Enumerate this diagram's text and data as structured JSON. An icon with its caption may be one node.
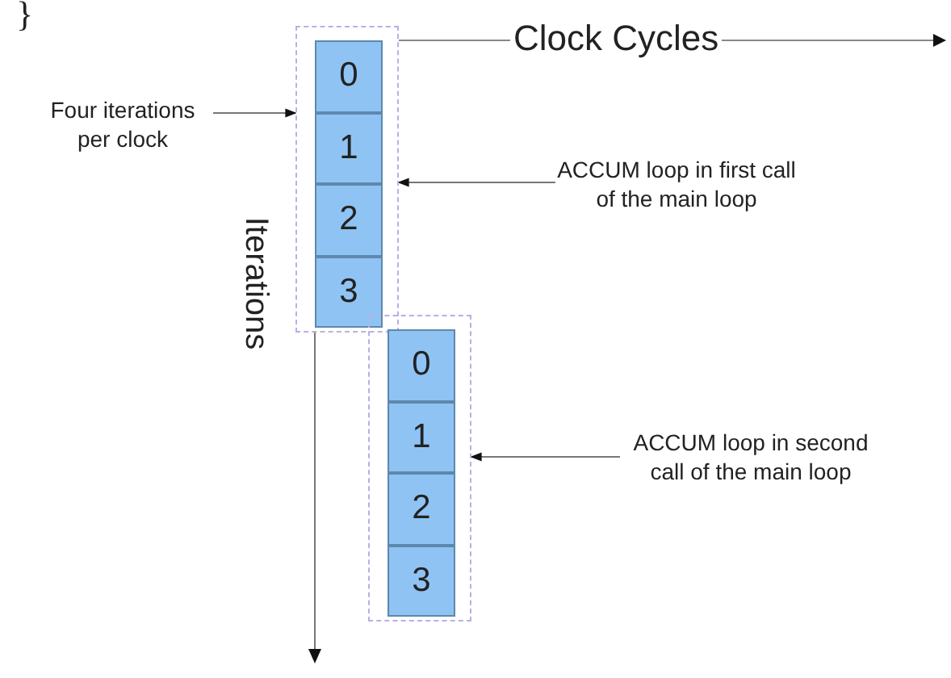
{
  "diagram": {
    "nodes": [
      {
        "text": [],
        "shape": "box"
      },
      {
        "text": [
          "0"
        ],
        "in": 0
      },
      {
        "text": [
          "1"
        ],
        "in": 0
      },
      {
        "text": [
          "2"
        ],
        "in": 0
      },
      {
        "text": [
          "3"
        ],
        "in": 0
      },
      {
        "text": [],
        "shape": "box"
      },
      {
        "text": [
          "0"
        ],
        "in": 5
      },
      {
        "text": [
          "1"
        ],
        "in": 5
      },
      {
        "text": [
          "2"
        ],
        "in": 5
      },
      {
        "text": [
          "3"
        ],
        "in": 5
      },
      {
        "text": [
          "Four iterations per clock"
        ]
      },
      {
        "text": [
          "ACCUM loop in first call of the main loop"
        ]
      },
      {
        "text": [
          "ACCUM loop in second call of the main loop"
        ]
      }
    ],
    "edges": [
      {
        "from": 10,
        "to": 0,
        "arrow": "to"
      },
      {
        "from": 11,
        "to": 0,
        "arrow": "to"
      },
      {
        "from": 12,
        "to": 5,
        "arrow": "to"
      }
    ],
    "labels": [
      "}",
      "Clock Cycles",
      "Iterations"
    ]
  }
}
